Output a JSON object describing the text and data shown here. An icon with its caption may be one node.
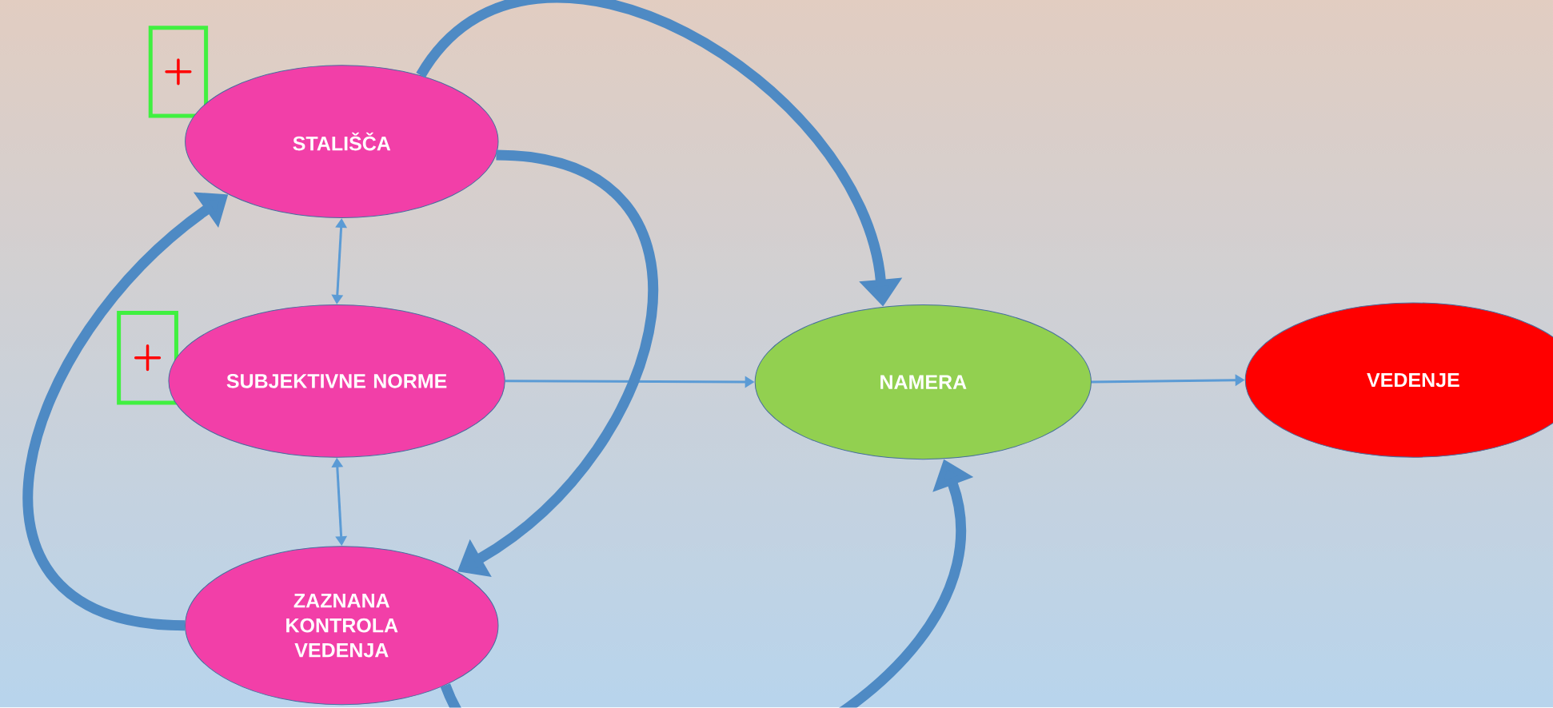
{
  "diagram": {
    "nodes": [
      {
        "text": [
          "STALIŠČA"
        ]
      },
      {
        "text": [
          "SUBJEKTIVNE NORME"
        ]
      },
      {
        "text": [
          "ZAZNANA KONTROLA VEDENJA"
        ]
      },
      {
        "text": [
          "NAMERA"
        ]
      },
      {
        "text": [
          "VEDENJE"
        ]
      }
    ],
    "edges": [
      {
        "from": 0,
        "to": 1,
        "arrow": "both"
      },
      {
        "from": 1,
        "to": 2,
        "arrow": "both"
      },
      {
        "from": 1,
        "to": 3,
        "arrow": "to"
      },
      {
        "from": 3,
        "to": 4,
        "arrow": "to"
      },
      {
        "from": 0,
        "to": 3,
        "arrow": "to",
        "style": "thick"
      },
      {
        "from": 0,
        "to": 2,
        "arrow": "to",
        "style": "thick"
      },
      {
        "from": 2,
        "to": 0,
        "arrow": "to",
        "style": "thick"
      },
      {
        "from": 2,
        "to": 3,
        "arrow": "to",
        "style": "thick"
      }
    ]
  }
}
